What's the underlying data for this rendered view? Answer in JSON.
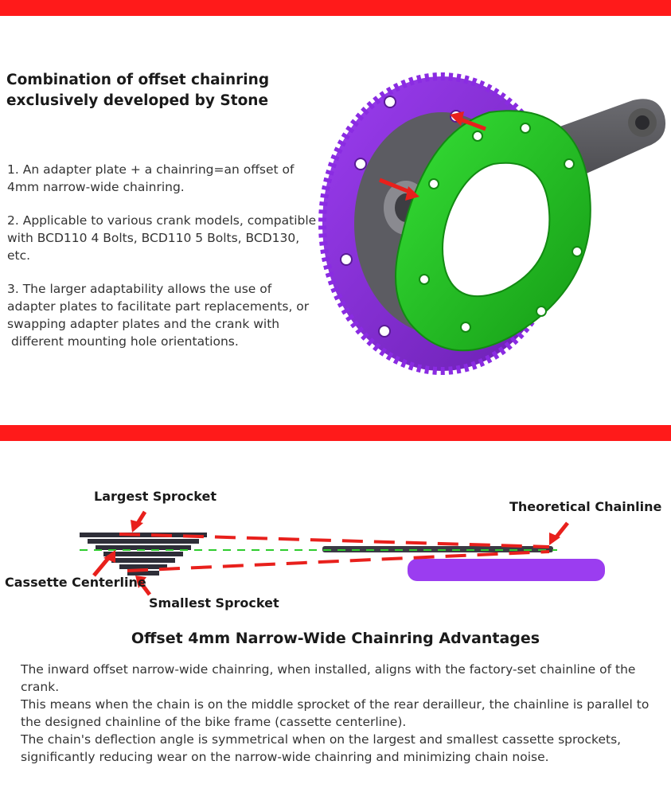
{
  "section1": {
    "title": "Combination of offset chainring exclusively developed by Stone",
    "points": [
      "1. An adapter plate + a chainring=an offset of 4mm narrow-wide chainring.",
      "2. Applicable to various crank models, compatible with BCD110 4 Bolts, BCD110 5 Bolts, BCD130, etc.",
      "3. The larger adaptability allows the use of adapter plates to facilitate part replacements, or swapping adapter plates and the crank with\n different mounting hole orientations."
    ]
  },
  "diagram": {
    "largest_sprocket": "Largest Sprocket",
    "theoretical_chainline": "Theoretical Chainline",
    "cassette_centerline": "Cassette Centerline",
    "smallest_sprocket": "Smallest Sprocket"
  },
  "section2": {
    "title": "Offset 4mm Narrow-Wide Chainring Advantages",
    "paragraphs": [
      "The inward offset narrow-wide chainring, when installed, aligns with the factory-set chainline of the crank.",
      "This means when the chain is on the middle sprocket of the rear derailleur, the chainline is parallel to the designed chainline of the bike frame (cassette centerline).",
      "The chain's deflection angle is symmetrical when on the largest and smallest cassette sprockets, significantly reducing wear on the narrow-wide chainring and minimizing chain noise."
    ]
  },
  "colors": {
    "banner_red": "#ff1a1a",
    "chainring_purple": "#8a2be2",
    "adapter_green": "#22cc22",
    "arrow_red": "#e8201c"
  }
}
